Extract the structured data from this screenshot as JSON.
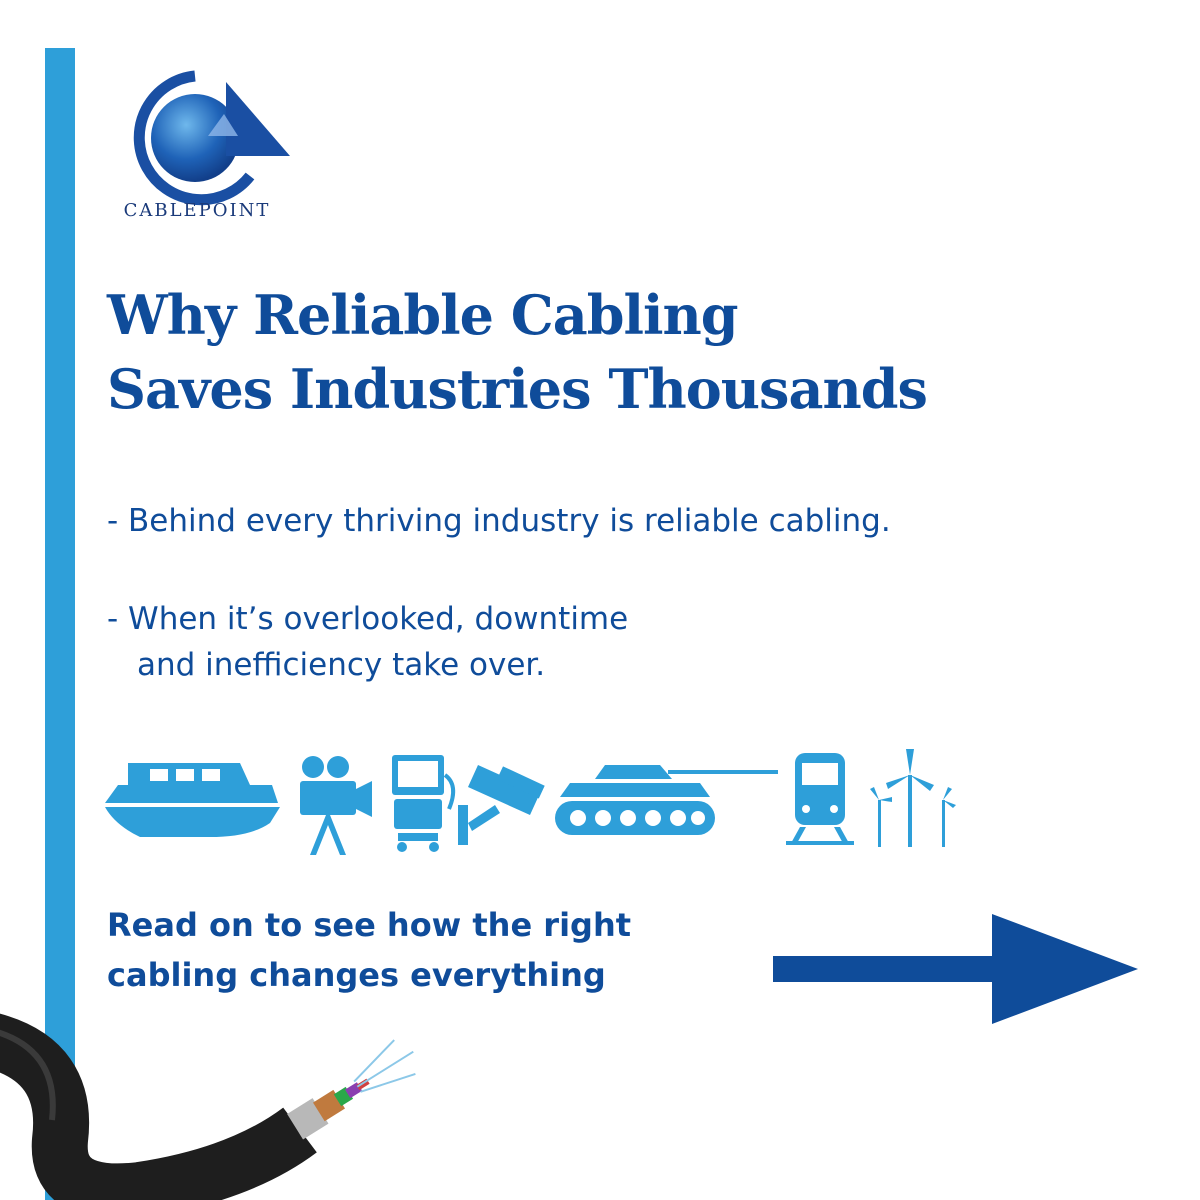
{
  "brand": {
    "name": "CABLEPOINT",
    "accent_color": "#2e9fd9",
    "primary_color": "#0f4c9a"
  },
  "headline": {
    "line1": "Why Reliable Cabling",
    "line2": "Saves Industries Thousands"
  },
  "bullets": {
    "first": "- Behind every thriving industry is reliable cabling.",
    "second_line1": "- When it’s overlooked, downtime",
    "second_line2": "and inefficiency take over."
  },
  "industry_icons": [
    "boat-icon",
    "film-camera-icon",
    "medical-machine-icon",
    "security-camera-icon",
    "tank-icon",
    "train-icon",
    "wind-turbine-icon"
  ],
  "cta": {
    "line1": "Read on to see how the right",
    "line2": "cabling changes everything"
  }
}
